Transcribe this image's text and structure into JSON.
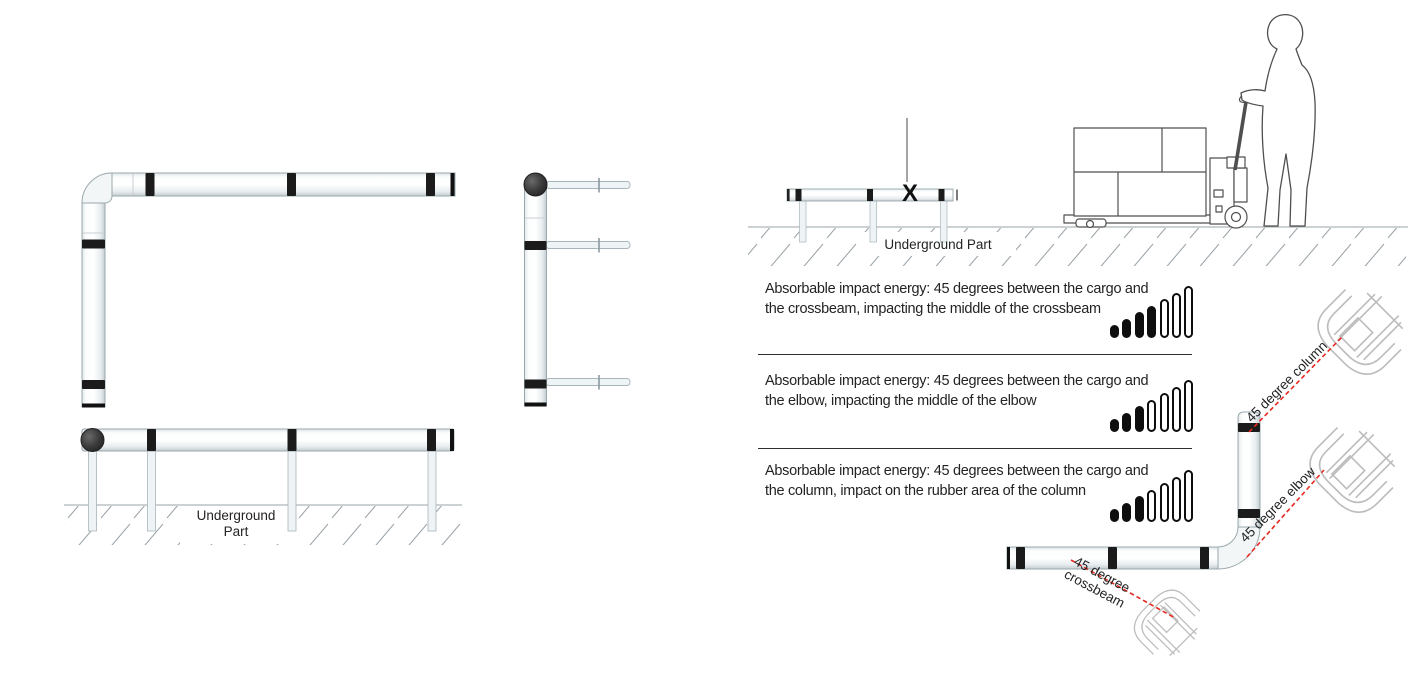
{
  "palette": {
    "annotation_red": "#e8281f",
    "band_black": "#1b1b1b",
    "tube_stroke": "#9aa8ad",
    "ground_gray": "#9aa4a8",
    "sketch_gray": "#bcbcbc",
    "figure_outline": "#4f4f4f",
    "text": "#232323"
  },
  "left_panel": {
    "underground_line1": "Underground",
    "underground_line2": "Part"
  },
  "scene": {
    "underground_label": "Underground Part",
    "impact_marker": "X"
  },
  "impact_blocks": [
    {
      "line1": "Absorbable impact energy: 45 degrees between the cargo and",
      "line2": "the crossbeam, impacting the middle of the crossbeam",
      "bars_filled": 4,
      "bars_total": 7
    },
    {
      "line1": "Absorbable impact energy: 45 degrees between the cargo and",
      "line2": "the elbow, impacting the middle of the elbow",
      "bars_filled": 3,
      "bars_total": 7
    },
    {
      "line1": "Absorbable impact energy: 45 degrees between the cargo and",
      "line2": "the column, impact on the rubber area of the column",
      "bars_filled": 3,
      "bars_total": 7
    }
  ],
  "angle_labels": {
    "column": "45 degree column",
    "elbow": "45 degree elbow",
    "crossbeam": "45 degree crossbeam"
  }
}
